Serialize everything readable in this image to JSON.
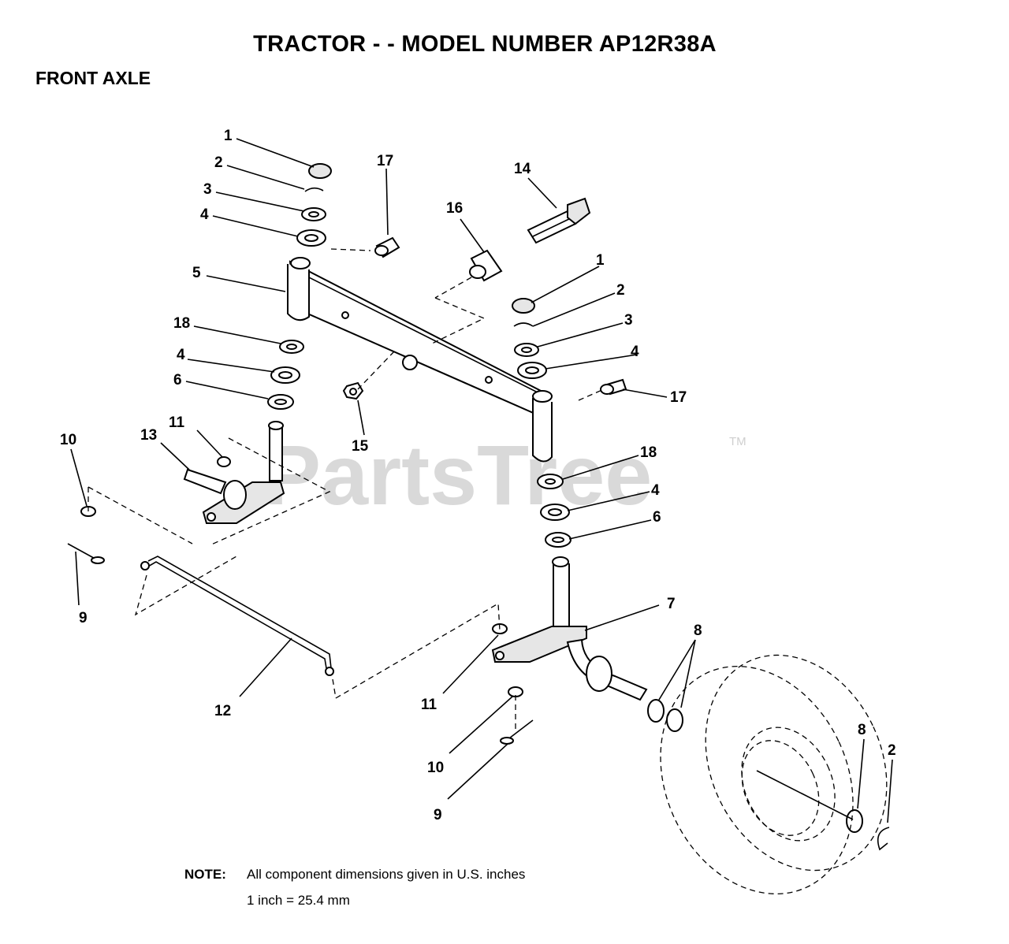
{
  "header": {
    "title": "TRACTOR - - MODEL NUMBER AP12R38A",
    "section": "FRONT AXLE"
  },
  "watermark": {
    "text": "PartsTree",
    "tm": "TM"
  },
  "callouts": {
    "c1a": "1",
    "c2a": "2",
    "c3a": "3",
    "c4a": "4",
    "c5": "5",
    "c18a": "18",
    "c4b": "4",
    "c6a": "6",
    "c11a": "11",
    "c13": "13",
    "c10a": "10",
    "c9a": "9",
    "c12": "12",
    "c17a": "17",
    "c16": "16",
    "c14": "14",
    "c15": "15",
    "c1b": "1",
    "c2b": "2",
    "c3b": "3",
    "c4c": "4",
    "c17b": "17",
    "c18b": "18",
    "c4d": "4",
    "c6b": "6",
    "c7": "7",
    "c8a": "8",
    "c11b": "11",
    "c10b": "10",
    "c9b": "9",
    "c8b": "8",
    "c2c": "2"
  },
  "note": {
    "label": "NOTE:",
    "text": "All component dimensions given in U.S. inches",
    "conversion": "1 inch = 25.4 mm"
  }
}
